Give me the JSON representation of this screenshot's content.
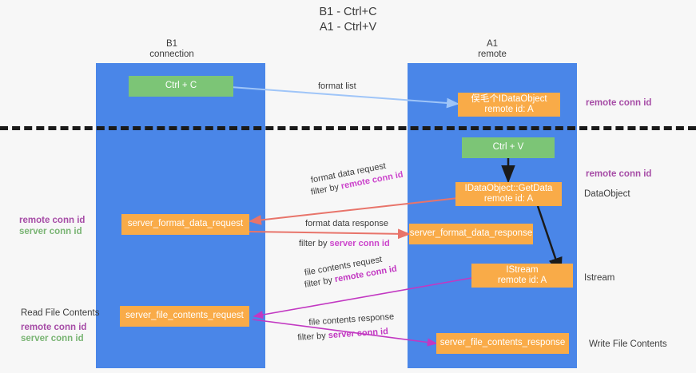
{
  "title": {
    "line1": "B1 - Ctrl+C",
    "line2": "A1 - Ctrl+V"
  },
  "columns": [
    {
      "name": "B1",
      "role": "connection"
    },
    {
      "name": "A1",
      "role": "remote"
    }
  ],
  "nodes": {
    "ctrl_c": {
      "label": "Ctrl + C",
      "color": "#7cc576"
    },
    "ctrl_v": {
      "label": "Ctrl + V",
      "color": "#7cc576"
    },
    "idataobject": {
      "line1": "俣⽑个IDataObject",
      "line2": "remote id: A",
      "color": "#f9ab48"
    },
    "getdata": {
      "line1": "IDataObject::GetData",
      "line2": "remote id: A",
      "color": "#f9ab48"
    },
    "istream": {
      "line1": "IStream",
      "line2": "remote id: A",
      "color": "#f9ab48"
    },
    "server_format_data_request": {
      "label": "server_format_data_request",
      "color": "#f9ab48"
    },
    "server_format_data_response": {
      "label": "server_format_data_response",
      "color": "#f9ab48"
    },
    "server_file_contents_request": {
      "label": "server_file_contents_request",
      "color": "#f9ab48"
    },
    "server_file_contents_response": {
      "label": "server_file_contents_response",
      "color": "#f9ab48"
    }
  },
  "edge_labels": {
    "format_list": "format list",
    "format_data_request": "format data request",
    "format_data_request_filter_prefix": "filter by ",
    "format_data_request_filter_key": "remote conn id",
    "format_data_response": "format data response",
    "format_data_response_filter_prefix": "filter by ",
    "format_data_response_filter_key": "server conn id",
    "file_contents_request": "file contents request",
    "file_contents_request_filter_prefix": "filter by ",
    "file_contents_request_filter_key": "remote conn id",
    "file_contents_response": "file contents response",
    "file_contents_response_filter_prefix": "filter by ",
    "file_contents_response_filter_key": "server conn id"
  },
  "annotations": {
    "right_remote_conn_id_top": "remote conn id",
    "right_remote_conn_id_mid": "remote conn id",
    "right_dataobject": "DataObject",
    "right_istream": "Istream",
    "right_write_file_contents": "Write File Contents",
    "left_remote_conn_id_mid": "remote conn id",
    "left_server_conn_id_mid": "server conn id",
    "left_read_file_contents": "Read File Contents",
    "left_remote_conn_id_bottom": "remote conn id",
    "left_server_conn_id_bottom": "server conn id"
  },
  "colors": {
    "lane": "#4a86e8",
    "orange": "#f9ab48",
    "green": "#7cc576",
    "purple": "#a64ca6",
    "green_text": "#79b473",
    "divider": "#1a1a1a",
    "background": "#f7f7f7",
    "arrow_blue": "#9fc5f8",
    "arrow_red": "#e8746a",
    "arrow_magenta": "#c238c2",
    "arrow_black": "#1a1a1a"
  }
}
